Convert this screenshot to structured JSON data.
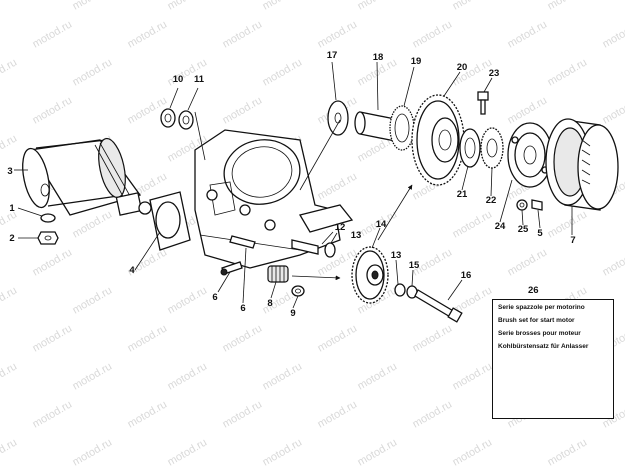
{
  "watermark": "motod.ru",
  "callouts": {
    "c1": "1",
    "c2": "2",
    "c3": "3",
    "c4": "4",
    "c5": "5",
    "c6a": "6",
    "c6b": "6",
    "c7": "7",
    "c8": "8",
    "c9": "9",
    "c10": "10",
    "c11": "11",
    "c12": "12",
    "c13a": "13",
    "c13b": "13",
    "c14": "14",
    "c15": "15",
    "c16": "16",
    "c17": "17",
    "c18": "18",
    "c19": "19",
    "c20": "20",
    "c21": "21",
    "c22": "22",
    "c23": "23",
    "c24": "24",
    "c25": "25",
    "c26": "26"
  },
  "legend": {
    "number": "26",
    "lines": [
      "Serie spazzole per motorino",
      "Brush set for start motor",
      "Serie brosses pour moteur",
      "Kohlbürstensatz für Anlasser"
    ]
  }
}
